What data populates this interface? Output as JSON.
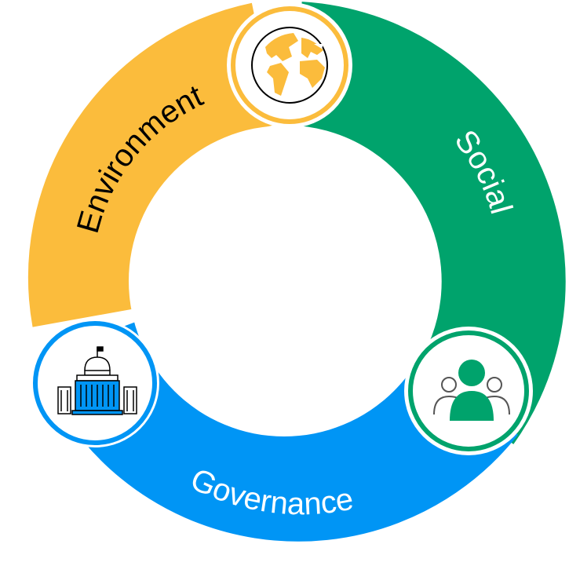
{
  "diagram": {
    "segments": [
      {
        "id": "environment",
        "label": "Environment",
        "color": "#FBBC3C",
        "text_color": "#000000",
        "icon": "globe-icon"
      },
      {
        "id": "social",
        "label": "Social",
        "color": "#00A36C",
        "text_color": "#ffffff",
        "icon": "people-group-icon"
      },
      {
        "id": "governance",
        "label": "Governance",
        "color": "#0095F5",
        "text_color": "#ffffff",
        "icon": "government-building-icon"
      }
    ]
  }
}
